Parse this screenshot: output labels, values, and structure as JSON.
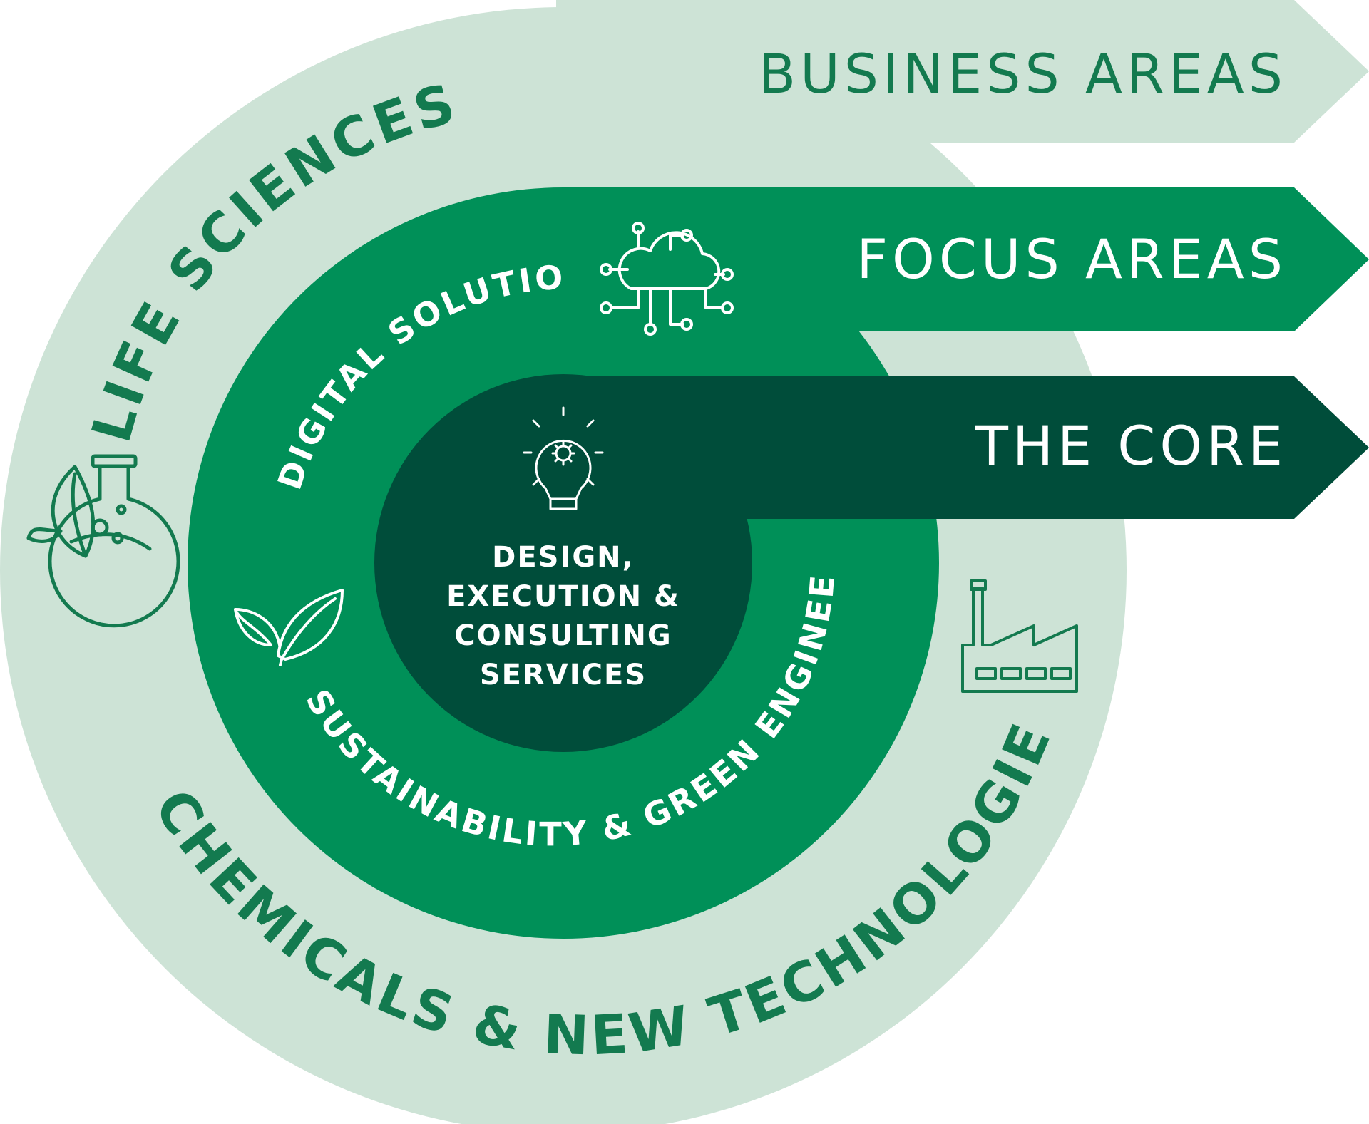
{
  "arrows": {
    "business": "BUSINESS AREAS",
    "focus": "FOCUS AREAS",
    "core": "THE CORE"
  },
  "business_areas": {
    "top": "LIFE SCIENCES",
    "bottom": "CHEMICALS & NEW TECHNOLOGIES"
  },
  "focus_areas": {
    "top": "DIGITAL SOLUTIONS",
    "bottom": "SUSTAINABILITY & GREEN ENGINEERING"
  },
  "core": {
    "lines": [
      "DESIGN,",
      "EXECUTION &",
      "CONSULTING",
      "SERVICES"
    ]
  },
  "icons": {
    "flask": "flask-leaf-icon",
    "cloud": "cloud-network-icon",
    "leaves": "leaves-icon",
    "factory": "factory-icon",
    "bulb": "lightbulb-gear-icon"
  },
  "colors": {
    "light": "#cde3d6",
    "mid": "#009058",
    "dark": "#004d3a",
    "text_green": "#137a4f",
    "white": "#ffffff"
  }
}
